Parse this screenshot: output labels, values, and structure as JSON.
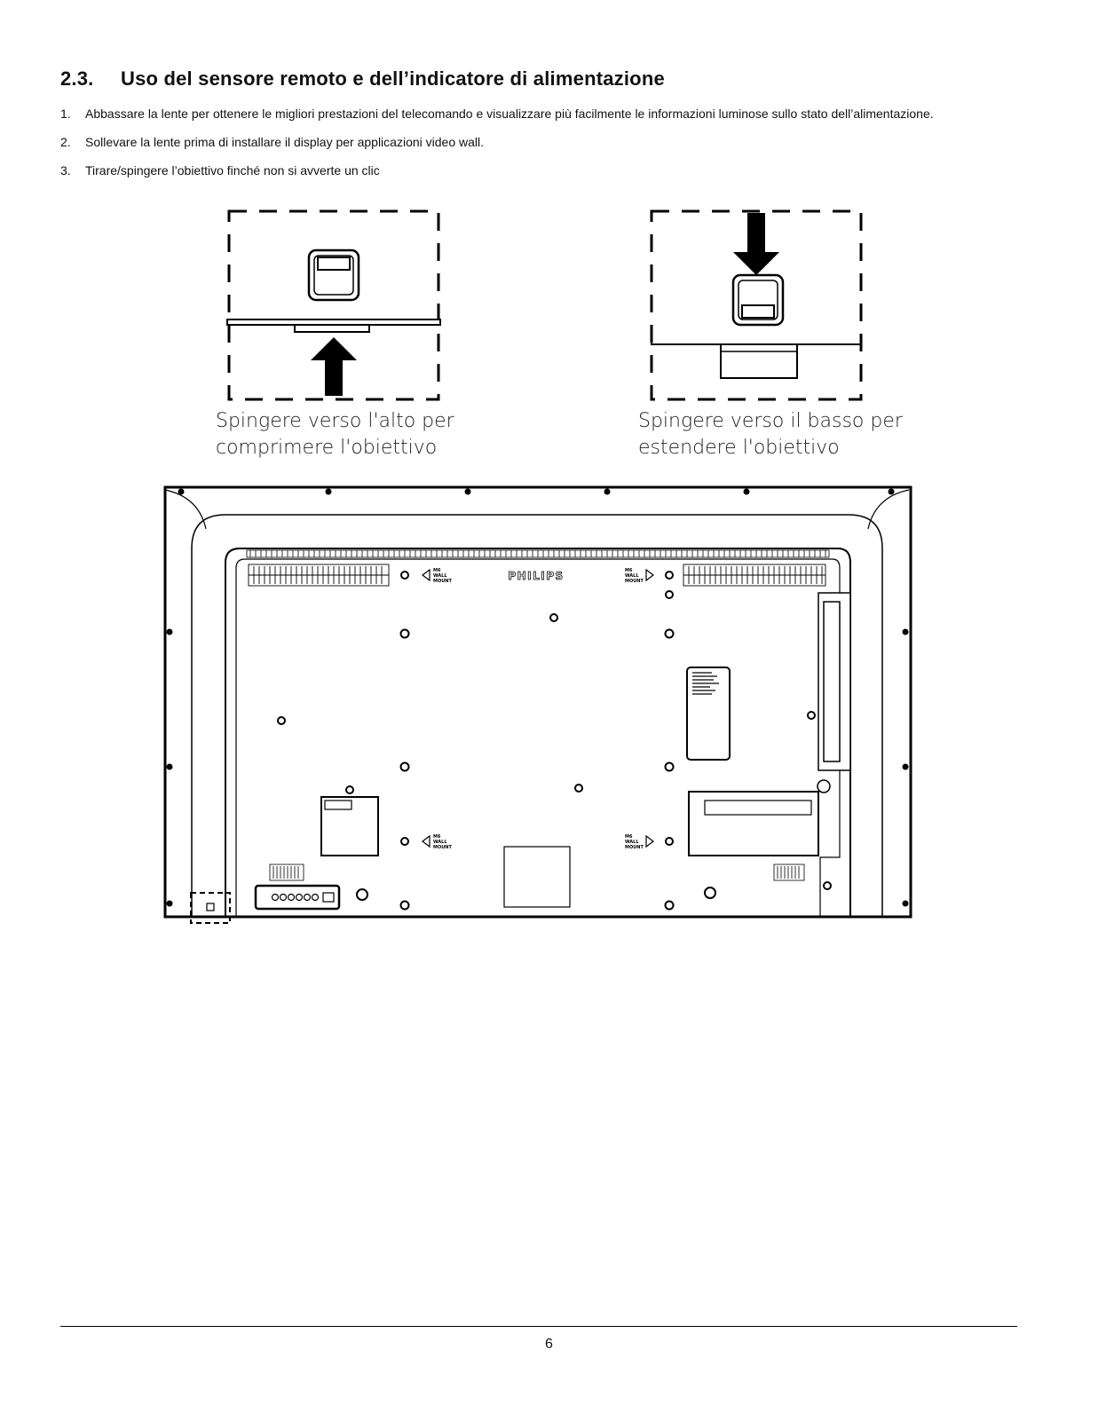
{
  "section": {
    "number": "2.3.",
    "title": "Uso del sensore remoto e dell’indicatore di alimentazione"
  },
  "steps": [
    {
      "num": "1.",
      "text": "Abbassare la lente per ottenere le migliori prestazioni del telecomando e visualizzare più facilmente le informazioni luminose sullo stato dell’alimentazione."
    },
    {
      "num": "2.",
      "text": "Sollevare la lente prima di installare il display per applicazioni video wall."
    },
    {
      "num": "3.",
      "text": "Tirare/spingere l’obiettivo finché non si avverte un clic"
    }
  ],
  "figures": {
    "left_caption_line1": "Spingere verso l'alto per",
    "left_caption_line2": "comprimere l'obiettivo",
    "right_caption_line1": "Spingere verso il basso per",
    "right_caption_line2": "estendere l'obiettivo"
  },
  "rear_panel": {
    "brand": "PHILIPS",
    "vesa_label_1": "M6",
    "vesa_label_2": "WALL",
    "vesa_label_3": "MOUNT"
  },
  "footer": {
    "page_number": "6"
  }
}
